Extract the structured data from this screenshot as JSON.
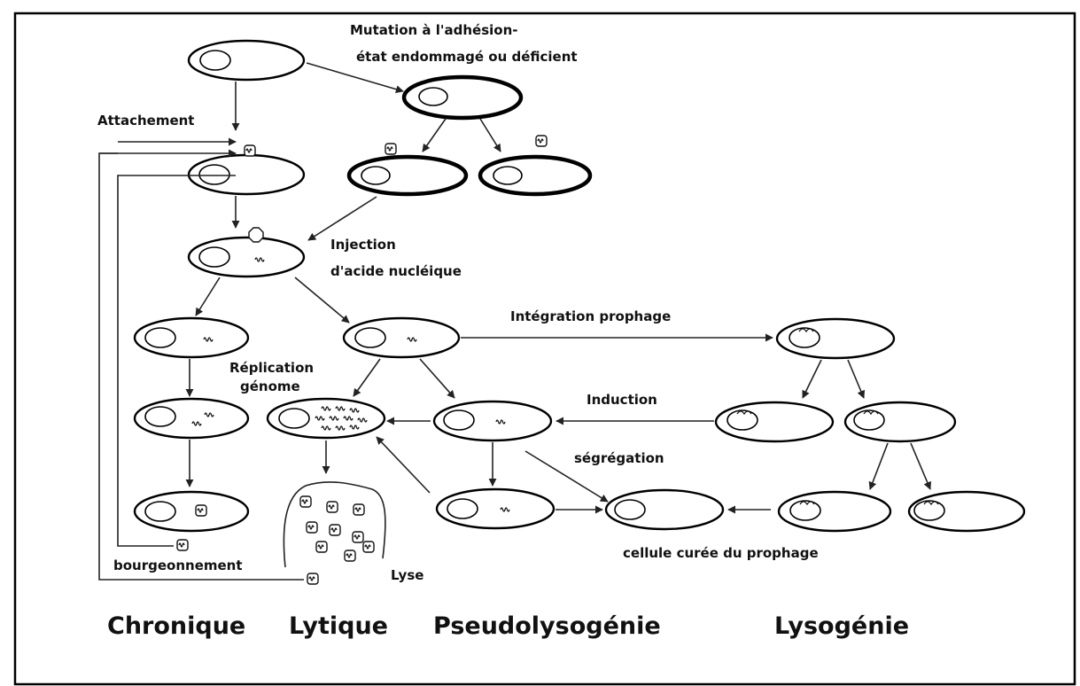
{
  "labels": {
    "mutation_line1": "Mutation à l'adhésion-",
    "mutation_line2": "état endommagé ou déficient",
    "attachement": "Attachement",
    "injection_line1": "Injection",
    "injection_line2": "d'acide nucléique",
    "integration": "Intégration prophage",
    "replication_line1": "Réplication",
    "replication_line2": "génome",
    "induction": "Induction",
    "segregation": "ségrégation",
    "cured": "cellule curée du prophage",
    "bourgeonnement": "bourgeonnement",
    "lyse": "Lyse"
  },
  "categories": {
    "chronique": "Chronique",
    "lytique": "Lytique",
    "pseudolysogenie": "Pseudolysogénie",
    "lysogenie": "Lysogénie"
  },
  "colors": {
    "ink": "#111111",
    "frame": "#000000",
    "background": "#ffffff"
  }
}
